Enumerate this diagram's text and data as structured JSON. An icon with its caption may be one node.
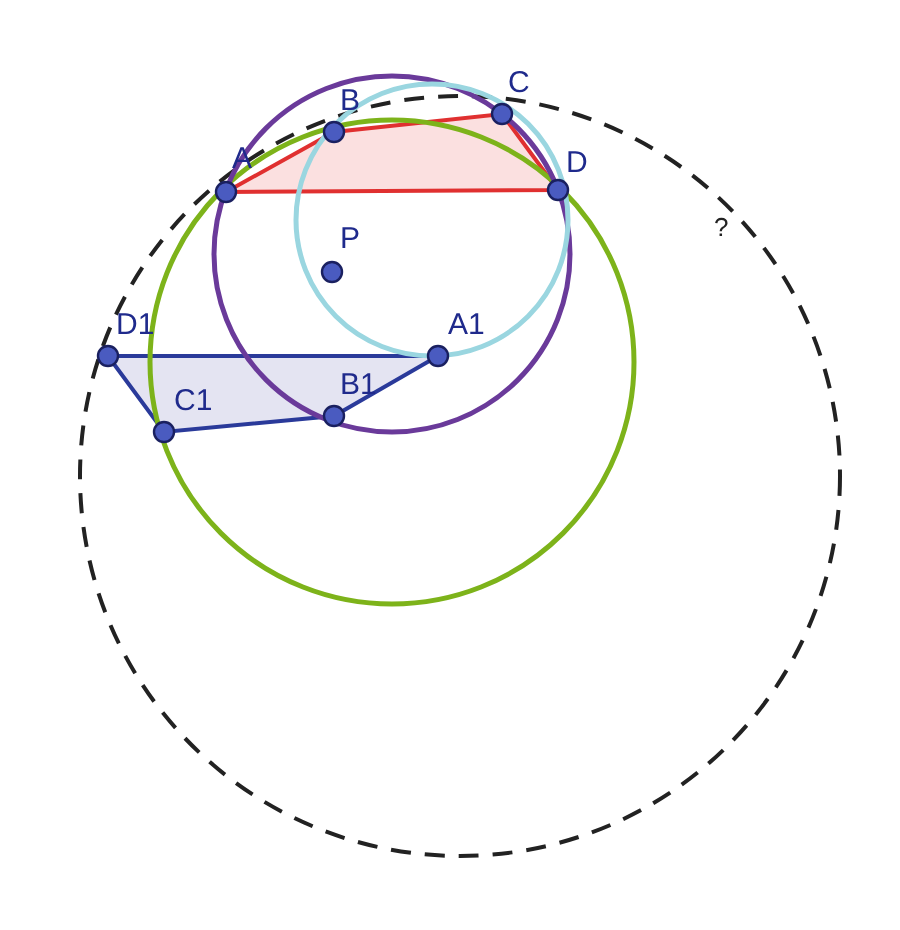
{
  "diagram": {
    "labels": [
      "C",
      "B",
      "A",
      "D",
      "?",
      "P",
      "D1",
      "A1",
      "B1",
      "C1"
    ]
  }
}
